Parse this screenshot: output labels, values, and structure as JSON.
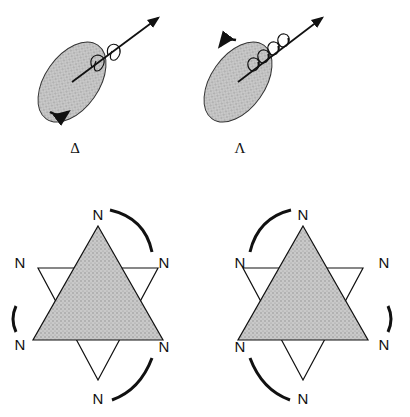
{
  "diagram": {
    "labels": [
      "Δ",
      "Λ",
      "N",
      "N",
      "N",
      "N",
      "N",
      "N",
      "N",
      "N",
      "N",
      "N",
      "N",
      "N"
    ]
  }
}
